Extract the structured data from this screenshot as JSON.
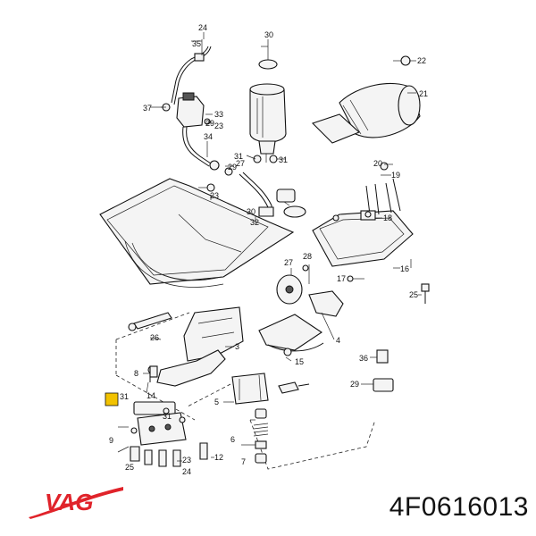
{
  "diagram": {
    "labels": [
      "24",
      "35",
      "30",
      "37",
      "33",
      "29",
      "23",
      "22",
      "21",
      "34",
      "31",
      "31",
      "29",
      "27",
      "32",
      "23",
      "30",
      "20",
      "19",
      "18",
      "16",
      "27",
      "28",
      "17",
      "26",
      "25",
      "3",
      "15",
      "14",
      "8",
      "31",
      "31",
      "5",
      "9",
      "6",
      "7",
      "25",
      "24",
      "23",
      "12",
      "36",
      "29",
      "4"
    ]
  },
  "brand": {
    "logo_text": "VAG",
    "logo_color": "#e0232a"
  },
  "part_number": "4F0616013"
}
